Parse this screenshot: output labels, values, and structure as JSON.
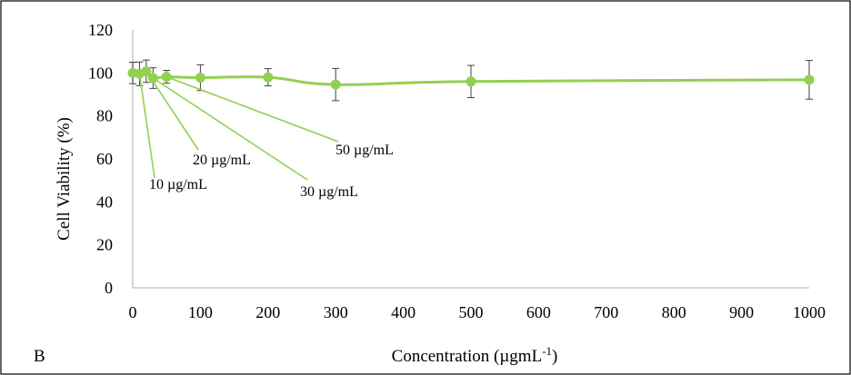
{
  "chart_data": {
    "type": "line",
    "panel_label": "B",
    "xlabel": "Concentration (µgmL",
    "xlabel_sup": "-1",
    "xlabel_close": ")",
    "ylabel": "Cell Viability (%)",
    "xlim": [
      0,
      1000
    ],
    "ylim": [
      0,
      120
    ],
    "x_ticks": [
      0,
      100,
      200,
      300,
      400,
      500,
      600,
      700,
      800,
      900,
      1000
    ],
    "y_ticks": [
      0,
      20,
      40,
      60,
      80,
      100,
      120
    ],
    "grid": false,
    "series": [
      {
        "color": "#92d050",
        "x": [
          0,
          10,
          20,
          30,
          50,
          100,
          200,
          300,
          500,
          1000
        ],
        "y": [
          100.0,
          99.6,
          100.8,
          97.6,
          98.2,
          97.8,
          98.0,
          94.6,
          96.0,
          96.8
        ],
        "error": [
          5.0,
          5.5,
          5.2,
          4.8,
          3.0,
          6.0,
          4.0,
          7.5,
          7.5,
          9.0
        ]
      }
    ],
    "annotations": [
      {
        "text": "10 µg/mL",
        "x": 10
      },
      {
        "text": "20 µg/mL",
        "x": 20
      },
      {
        "text": "30 µg/mL",
        "x": 30
      },
      {
        "text": "50 µg/mL",
        "x": 50
      }
    ]
  }
}
